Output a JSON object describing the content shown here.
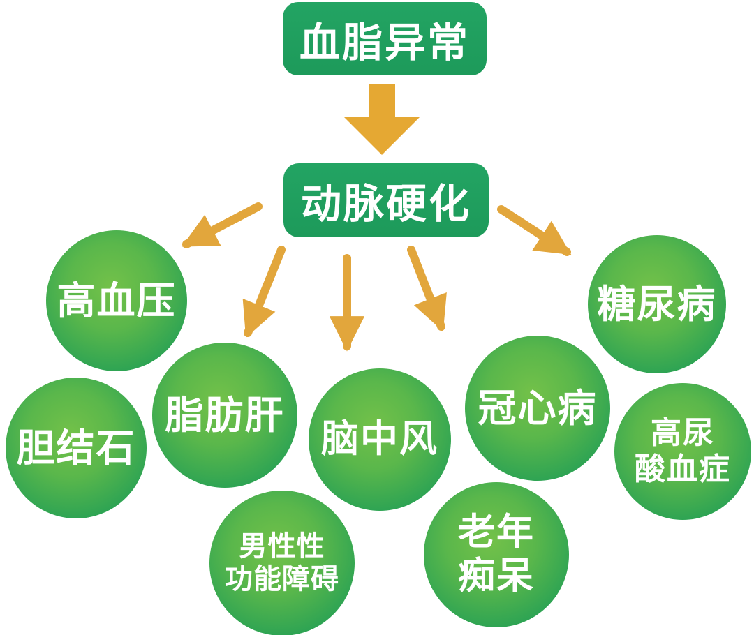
{
  "palette": {
    "box_green": "#1f9e5e",
    "circle_light_green": "#73c149",
    "circle_dark_green": "#1c9a55",
    "arrow_amber": "#e2a63c",
    "label_white": "#ffffff"
  },
  "icons": {
    "root_to_hub": "thick-down-block-arrow",
    "hub_to_node": "diagonal-line-arrow"
  },
  "flow": {
    "root": {
      "label": "血脂异常"
    },
    "hub": {
      "label": "动脉硬化"
    }
  },
  "nodes": {
    "hypertension": {
      "label": "高血压"
    },
    "gallstone": {
      "label": "胆结石"
    },
    "fatty_liver": {
      "label": "脂肪肝"
    },
    "stroke": {
      "label": "脑中风"
    },
    "coronary": {
      "label": "冠心病"
    },
    "diabetes": {
      "label": "糖尿病"
    },
    "hyperuricemia": {
      "line1": "高尿",
      "line2": "酸血症"
    },
    "male_dysfunction": {
      "line1": "男性性",
      "line2": "功能障碍"
    },
    "dementia": {
      "line1": "老年",
      "line2": "痴呆"
    }
  }
}
